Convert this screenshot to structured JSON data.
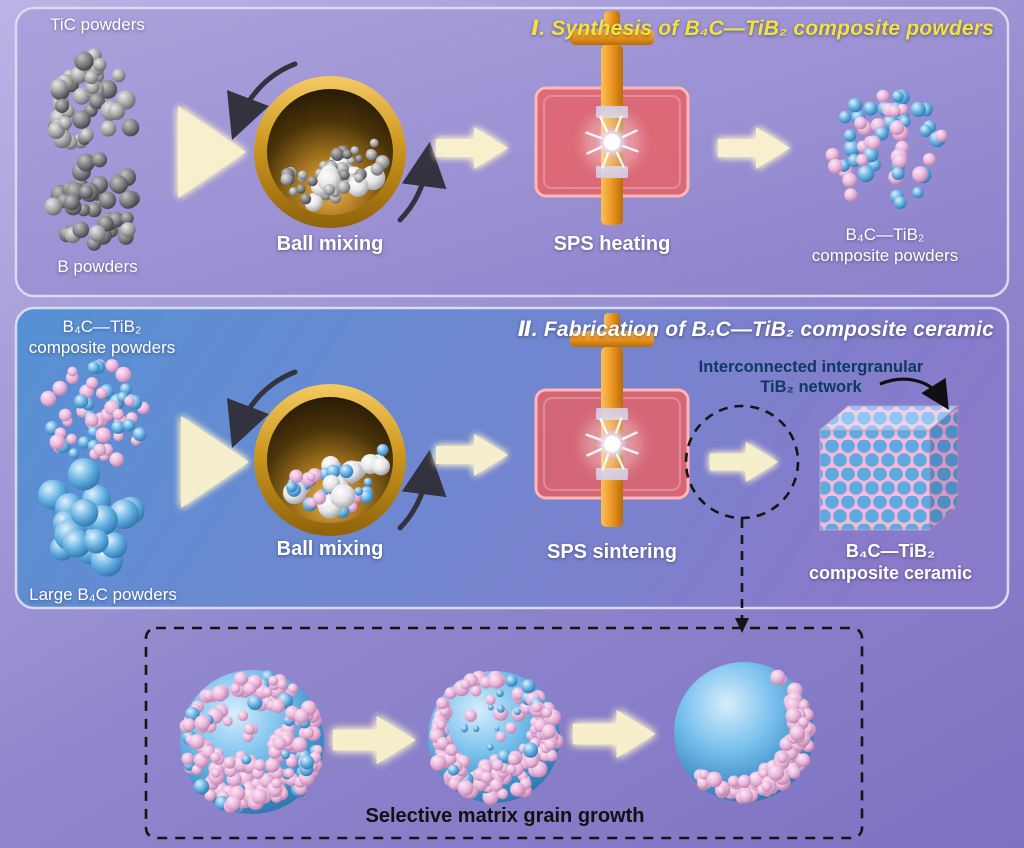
{
  "colors": {
    "label_text": "#ffffff",
    "title1_text": "#f2e33c",
    "title2_text": "#ffffff",
    "network_text": "#0d3a60",
    "caption_text": "#111111",
    "arrow_glow": "#fdf5cd"
  },
  "panel1": {
    "title": "Ⅰ. Synthesis of B₄C—TiB₂ composite powders",
    "tic_label": "TiC powders",
    "b_label": "B powders",
    "ball_mixing_label": "Ball mixing",
    "sps_label": "SPS heating",
    "product_label_line1": "B₄C—TiB₂",
    "product_label_line2": "composite powders"
  },
  "panel2": {
    "title": "Ⅱ. Fabrication of B₄C—TiB₂ composite ceramic",
    "composite_label_line1": "B₄C—TiB₂",
    "composite_label_line2": "composite powders",
    "large_b4c_label": "Large B₄C powders",
    "ball_mixing_label": "Ball mixing",
    "sps_label": "SPS sintering",
    "network_label_line1": "Interconnected intergranular",
    "network_label_line2": "TiB₂ network",
    "ceramic_label_line1": "B₄C—TiB₂",
    "ceramic_label_line2": "composite ceramic"
  },
  "bottom": {
    "caption": "Selective matrix grain growth"
  }
}
